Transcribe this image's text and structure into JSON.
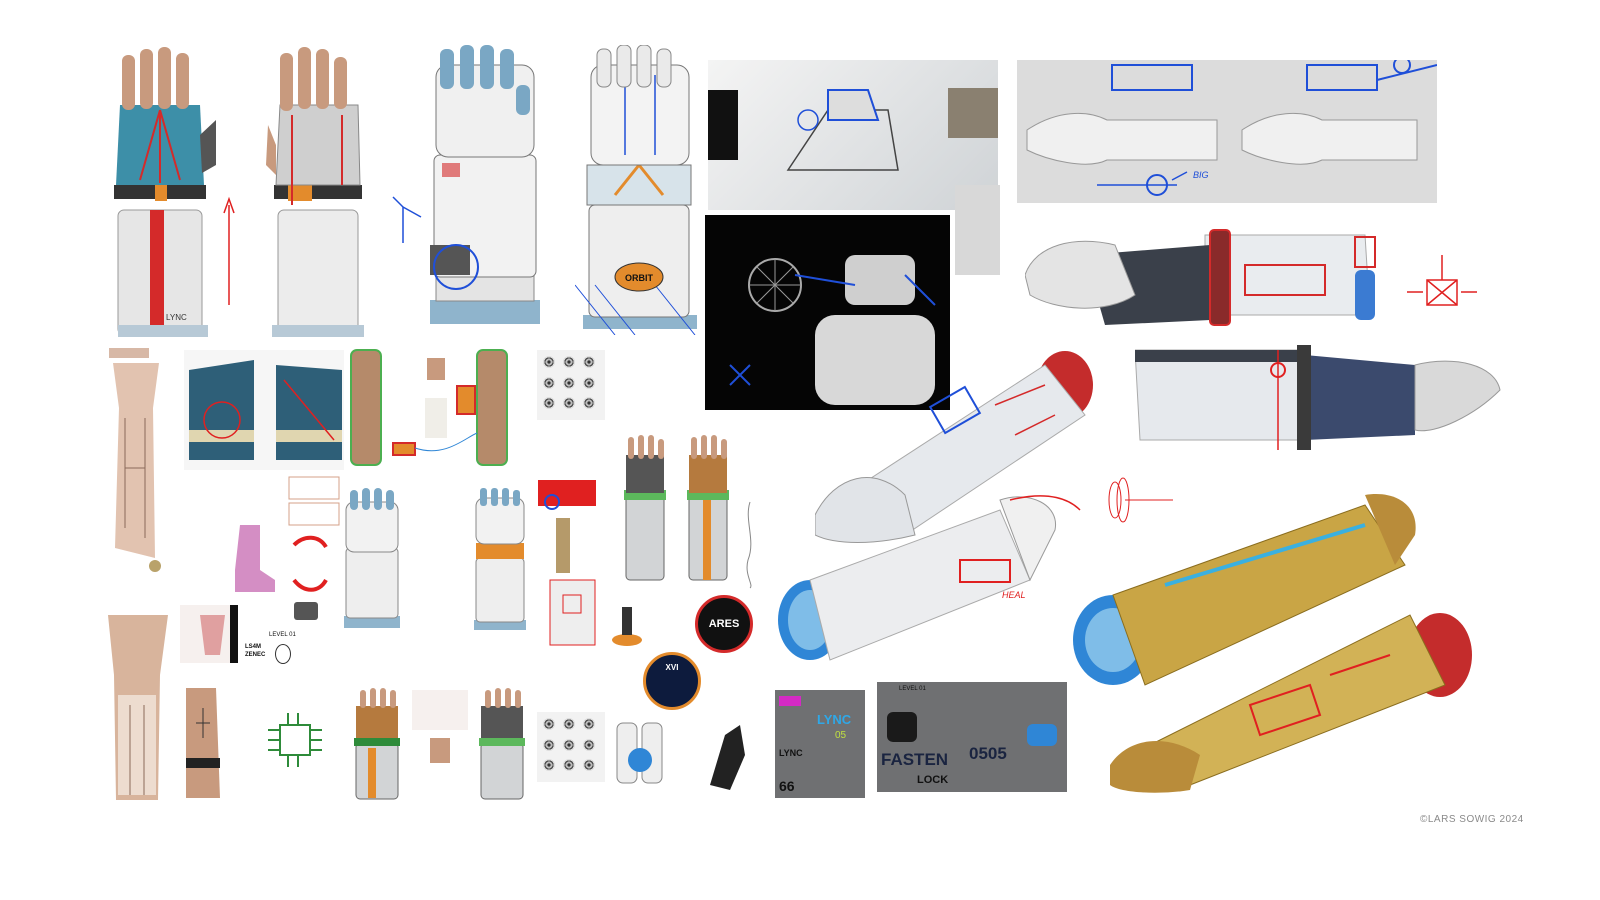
{
  "copyright": "©LARS SOWIG 2024",
  "labels": {
    "lync_cuff": "LYNC",
    "orbit_badge": "ORBIT",
    "ares_badge": "ARES",
    "xvi_badge": "XVI",
    "annotation_big": "BIG",
    "annotation_heal": "HEAL"
  },
  "decal_sheet_left": {
    "logo_lync": "LYNC",
    "logo_lync_small": "LYNC",
    "code_05": "05",
    "code_66": "66"
  },
  "decal_sheet_right": {
    "level_label": "LEVEL 01",
    "word_fasten": "FASTEN",
    "word_lock": "LOCK",
    "code_0505": "0505"
  },
  "small_sheet": {
    "level_label": "LEVEL 01",
    "code_a": "LS4M",
    "code_b": "ZENEC"
  },
  "colors": {
    "teal_glove": "#3d8fa8",
    "red_accent": "#d42a2a",
    "blue_accent": "#2f86d6",
    "gold": "#c9a545",
    "orange_accent": "#e38b2c",
    "skin": "#c89a7e",
    "sheet_grey": "#6f7072"
  }
}
